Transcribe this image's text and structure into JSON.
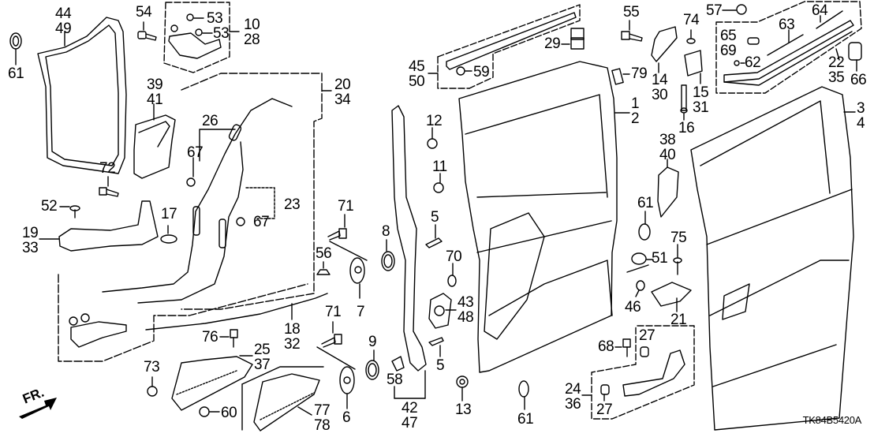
{
  "diagram": {
    "title": "Sliding door parts exploded diagram",
    "code": "TK84B5420A",
    "direction_marker": "FR.",
    "callouts": [
      {
        "id": "c44",
        "text": "44\n49"
      },
      {
        "id": "c61a",
        "text": "61"
      },
      {
        "id": "c54",
        "text": "54"
      },
      {
        "id": "c53a",
        "text": "53"
      },
      {
        "id": "c53b",
        "text": "53"
      },
      {
        "id": "c10",
        "text": "10\n28"
      },
      {
        "id": "c39",
        "text": "39\n41"
      },
      {
        "id": "c20",
        "text": "20\n34"
      },
      {
        "id": "c26",
        "text": "26"
      },
      {
        "id": "c67a",
        "text": "67"
      },
      {
        "id": "c72",
        "text": "72"
      },
      {
        "id": "c52",
        "text": "52"
      },
      {
        "id": "c17",
        "text": "17"
      },
      {
        "id": "c19",
        "text": "19\n33"
      },
      {
        "id": "c23",
        "text": "23"
      },
      {
        "id": "c67b",
        "text": "67"
      },
      {
        "id": "c71a",
        "text": "71"
      },
      {
        "id": "c56",
        "text": "56"
      },
      {
        "id": "c7",
        "text": "7"
      },
      {
        "id": "c8",
        "text": "8"
      },
      {
        "id": "c18",
        "text": "18\n32"
      },
      {
        "id": "c71b",
        "text": "71"
      },
      {
        "id": "c76",
        "text": "76"
      },
      {
        "id": "c25",
        "text": "25\n37"
      },
      {
        "id": "c73",
        "text": "73"
      },
      {
        "id": "c60",
        "text": "60"
      },
      {
        "id": "c77",
        "text": "77\n78"
      },
      {
        "id": "c6",
        "text": "6"
      },
      {
        "id": "c9",
        "text": "9"
      },
      {
        "id": "c58",
        "text": "58"
      },
      {
        "id": "c42",
        "text": "42\n47"
      },
      {
        "id": "c45",
        "text": "45\n50"
      },
      {
        "id": "c59",
        "text": "59"
      },
      {
        "id": "c29",
        "text": "29"
      },
      {
        "id": "c12",
        "text": "12"
      },
      {
        "id": "c11",
        "text": "11"
      },
      {
        "id": "c5a",
        "text": "5"
      },
      {
        "id": "c70",
        "text": "70"
      },
      {
        "id": "c43",
        "text": "43\n48"
      },
      {
        "id": "c5b",
        "text": "5"
      },
      {
        "id": "c13",
        "text": "13"
      },
      {
        "id": "c61b",
        "text": "61"
      },
      {
        "id": "c55",
        "text": "55"
      },
      {
        "id": "c79",
        "text": "79"
      },
      {
        "id": "c1",
        "text": "1\n2"
      },
      {
        "id": "c14",
        "text": "14\n30"
      },
      {
        "id": "c74",
        "text": "74"
      },
      {
        "id": "c15",
        "text": "15\n31"
      },
      {
        "id": "c16",
        "text": "16"
      },
      {
        "id": "c57",
        "text": "57"
      },
      {
        "id": "c64",
        "text": "64"
      },
      {
        "id": "c63",
        "text": "63"
      },
      {
        "id": "c65",
        "text": "65\n69"
      },
      {
        "id": "c62",
        "text": "62"
      },
      {
        "id": "c22",
        "text": "22\n35"
      },
      {
        "id": "c66",
        "text": "66"
      },
      {
        "id": "c3",
        "text": "3\n4"
      },
      {
        "id": "c38",
        "text": "38\n40"
      },
      {
        "id": "c61c",
        "text": "61"
      },
      {
        "id": "c75",
        "text": "75"
      },
      {
        "id": "c51",
        "text": "51"
      },
      {
        "id": "c46",
        "text": "46"
      },
      {
        "id": "c21",
        "text": "21"
      },
      {
        "id": "c68",
        "text": "68"
      },
      {
        "id": "c27a",
        "text": "27"
      },
      {
        "id": "c24",
        "text": "24\n36"
      },
      {
        "id": "c27b",
        "text": "27"
      }
    ]
  }
}
